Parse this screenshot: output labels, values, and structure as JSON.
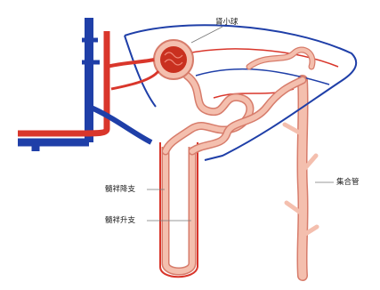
{
  "labels": {
    "glomerulus": "肾小球",
    "descending_limb": "髓袢降支",
    "ascending_limb": "髓袢升支",
    "collecting_duct": "集合管"
  },
  "colors": {
    "artery": "#d9362b",
    "vein": "#1f3fa8",
    "tubule": "#f4bfae",
    "tubule_outline": "#d77c6b",
    "leader_line": "#777777"
  }
}
